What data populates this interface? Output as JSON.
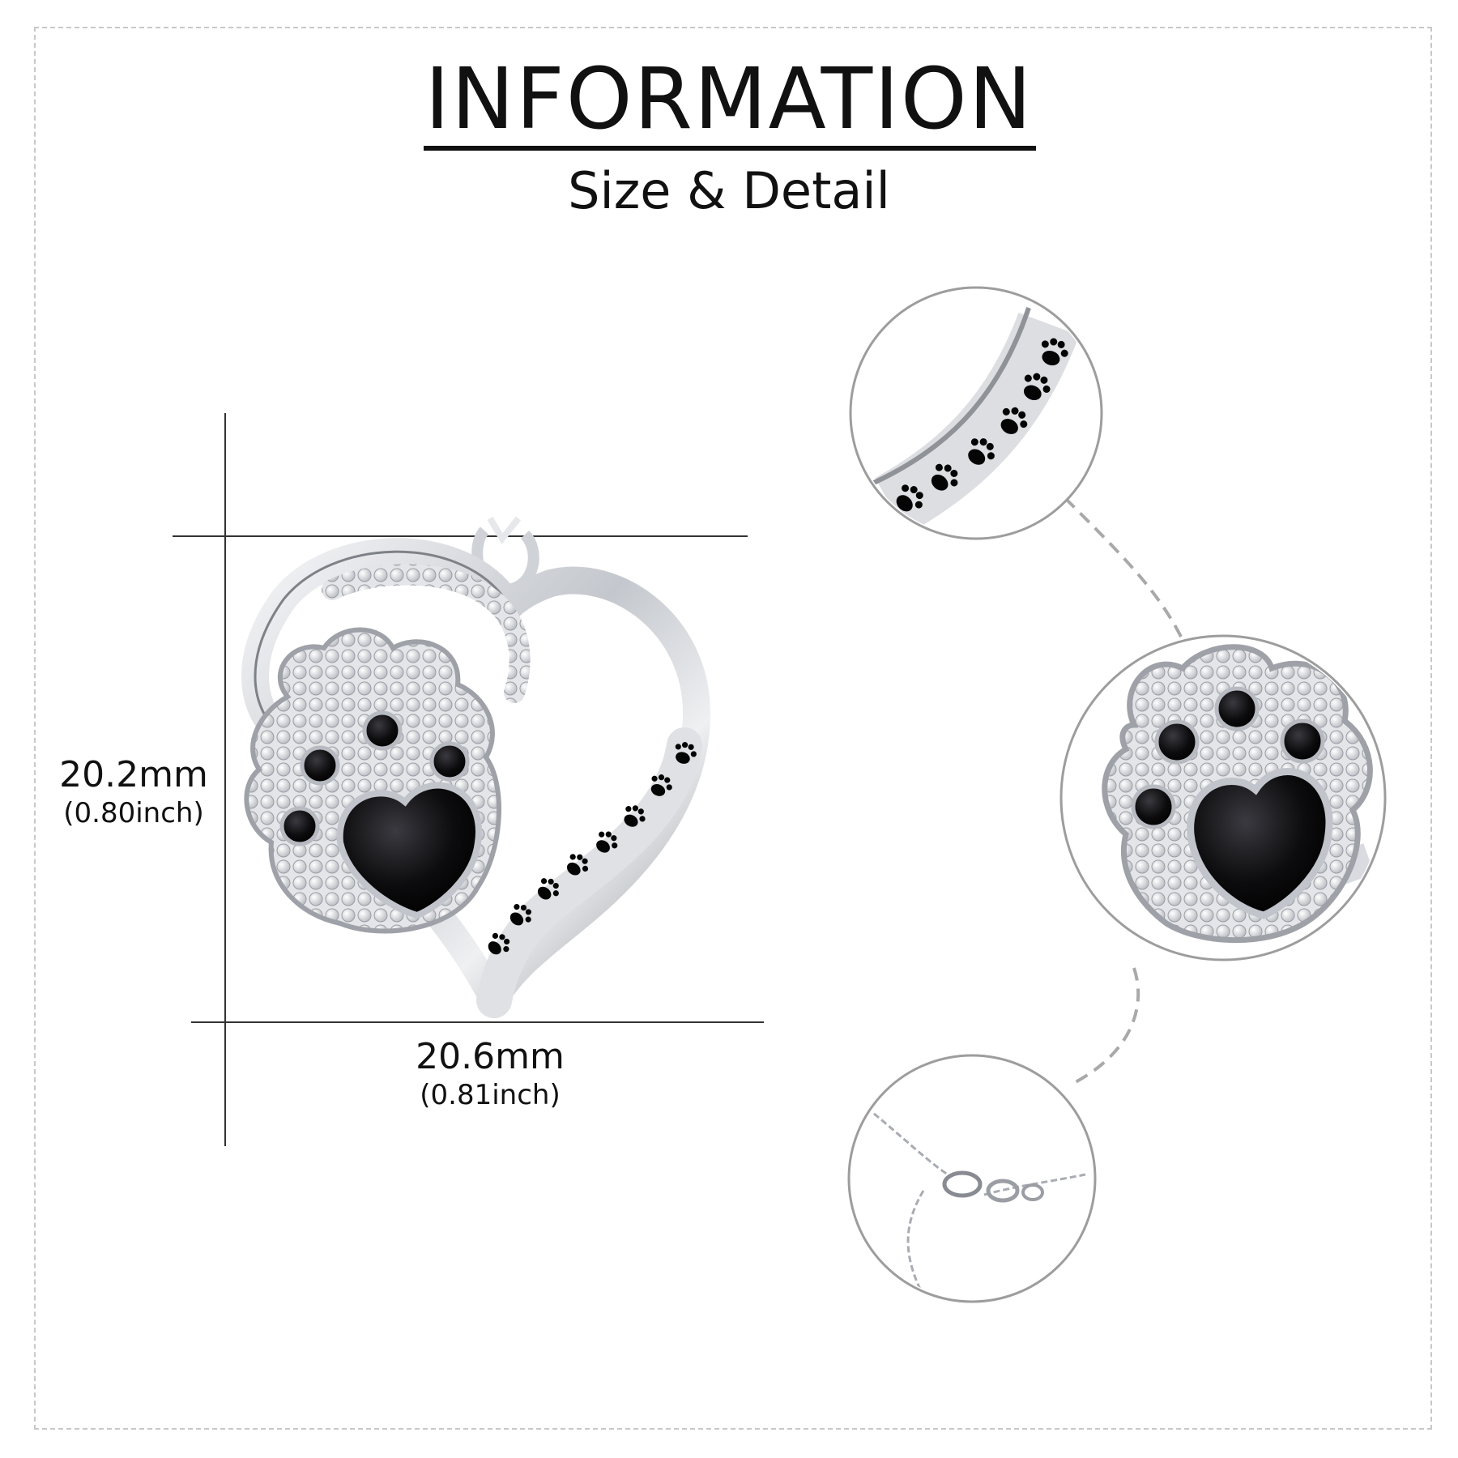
{
  "header": {
    "title": "INFORMATION",
    "subtitle": "Size & Detail"
  },
  "dimensions": {
    "height": {
      "mm": "20.2mm",
      "inch": "(0.80inch)"
    },
    "width": {
      "mm": "20.6mm",
      "inch": "(0.81inch)"
    }
  },
  "detail_views": {
    "top": "paw-print-band-icon",
    "middle": "paw-charm-icon",
    "bottom": "chain-clasp-icon"
  },
  "colors": {
    "silver": "#d9dbe0",
    "silver_dark": "#8d9097",
    "stone_black": "#0c0c0e",
    "border": "#c8c8c8"
  }
}
